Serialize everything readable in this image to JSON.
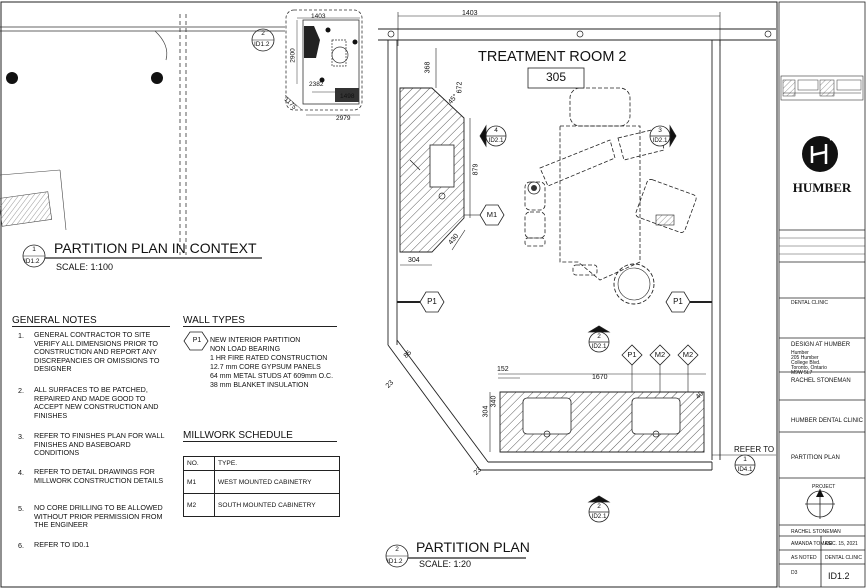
{
  "context_plan": {
    "detail_num": "1",
    "detail_sheet": "ID1.2",
    "title": "PARTITION PLAN IN CONTEXT",
    "scale": "SCALE: 1:100",
    "callout_num": "2",
    "callout_sheet": "ID1.2",
    "dims": [
      "1403",
      "2900",
      "2382",
      "1498",
      "2979",
      "1175"
    ]
  },
  "general_notes": {
    "heading": "GENERAL NOTES",
    "items": [
      {
        "num": "1.",
        "text": "GENERAL CONTRACTOR TO SITE VERIFY ALL DIMENSIONS PRIOR TO CONSTRUCTION AND REPORT ANY DISCREPANCIES OR OMISSIONS TO DESIGNER"
      },
      {
        "num": "2.",
        "text": "ALL SURFACES TO BE PATCHED, REPAIRED AND MADE GOOD TO ACCEPT NEW CONSTRUCTION AND FINISHES"
      },
      {
        "num": "3.",
        "text": "REFER TO FINISHES PLAN FOR WALL FINISHES AND BASEBOARD CONDITIONS"
      },
      {
        "num": "4.",
        "text": "REFER TO DETAIL DRAWINGS FOR MILLWORK CONSTRUCTION DETAILS"
      },
      {
        "num": "5.",
        "text": "NO CORE DRILLING TO BE ALLOWED WITHOUT PRIOR PERMISSION FROM THE ENGINEER"
      },
      {
        "num": "6.",
        "text": "REFER TO ID0.1"
      }
    ]
  },
  "wall_types": {
    "heading": "WALL TYPES",
    "tag": "P1",
    "lines": [
      "NEW INTERIOR PARTITION",
      "NON LOAD BEARING",
      "1 HR FIRE RATED CONSTRUCTION",
      "12.7 mm CORE GYPSUM PANELS",
      "64 mm METAL STUDS AT 609mm O.C.",
      "38 mm BLANKET INSULATION"
    ]
  },
  "millwork_schedule": {
    "heading": "MILLWORK SCHEDULE",
    "columns": [
      "NO.",
      "TYPE."
    ],
    "rows": [
      [
        "M1",
        "WEST MOUNTED CABINETRY"
      ],
      [
        "M2",
        "SOUTH MOUNTED CABINETRY"
      ]
    ]
  },
  "plan": {
    "room_name": "TREATMENT ROOM 2",
    "room_number": "305",
    "title": "PARTITION PLAN",
    "scale": "SCALE: 1:20",
    "detail_num": "2",
    "detail_sheet": "ID1.2",
    "dims": {
      "top": "1403",
      "d368": "368",
      "d672": "672",
      "angle": "45°",
      "d879": "879",
      "d430": "430",
      "d304": "304",
      "d152": "152",
      "d1670": "1670",
      "d340": "340",
      "d304b": "304",
      "d85": "85",
      "d23": "23",
      "d23b": "23",
      "d40": "40"
    },
    "tags": {
      "p1": "P1",
      "m1": "M1",
      "m2": "M2"
    },
    "elevations": [
      {
        "num": "4",
        "sheet": "ID2.1"
      },
      {
        "num": "3",
        "sheet": "ID2.1"
      },
      {
        "num": "2",
        "sheet": "ID2.1"
      },
      {
        "num": "1",
        "sheet": "ID4.1"
      }
    ],
    "refer_to": "REFER TO"
  },
  "title_block": {
    "logo": "HUMBER",
    "firm": "DESIGN AT HUMBER",
    "firm_address": [
      "Humber",
      "205 Humber",
      "College Blvd.",
      "Toronto, Ontario",
      "M9W 5L7"
    ],
    "designer": "RACHEL STONEMAN",
    "project": "HUMBER DENTAL CLINIC",
    "sheet_title": "PARTITION PLAN",
    "north_label": "PROJECT",
    "drawn_by": "RACHEL STONEMAN",
    "checked_by": "AMANDA TOMASI",
    "date": "DEC. 15, 2021",
    "scale": "AS NOTED",
    "project_ref": "DENTAL CLINIC",
    "sheet_no_small": "D3",
    "sheet_no": "ID1.2"
  }
}
